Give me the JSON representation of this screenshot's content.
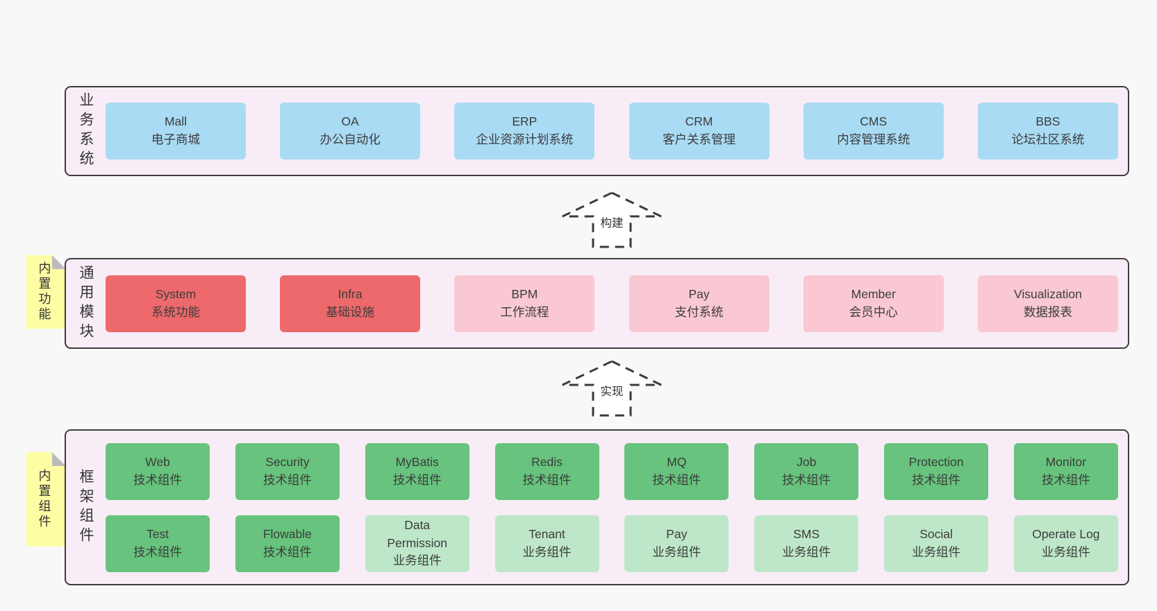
{
  "colors": {
    "page-bg": "#f8f8f8",
    "layer-bg": "#f8edf6",
    "layer-border": "#3d3d3d",
    "box-blue": "#a9dbf4",
    "box-red": "#ee696b",
    "box-pink": "#f9c8d2",
    "box-green": "#67c37d",
    "box-lightgreen": "#bee7c9",
    "note-yellow": "#fdfda4",
    "note-fold": "#bcbcbe",
    "text": "#3c3c3c",
    "arrow-dash": "#3a3a3a"
  },
  "arrows": [
    {
      "label": "构建"
    },
    {
      "label": "实现"
    }
  ],
  "layers": [
    {
      "label": "业务系统",
      "rows": [
        [
          {
            "name": "Mall",
            "subtitle": "电子商城",
            "color": "blue"
          },
          {
            "name": "OA",
            "subtitle": "办公自动化",
            "color": "blue"
          },
          {
            "name": "ERP",
            "subtitle": "企业资源计划系统",
            "color": "blue"
          },
          {
            "name": "CRM",
            "subtitle": "客户关系管理",
            "color": "blue"
          },
          {
            "name": "CMS",
            "subtitle": "内容管理系统",
            "color": "blue"
          },
          {
            "name": "BBS",
            "subtitle": "论坛社区系统",
            "color": "blue"
          }
        ]
      ]
    },
    {
      "label": "通用模块",
      "note": "内置功能",
      "rows": [
        [
          {
            "name": "System",
            "subtitle": "系统功能",
            "color": "red"
          },
          {
            "name": "Infra",
            "subtitle": "基础设施",
            "color": "red"
          },
          {
            "name": "BPM",
            "subtitle": "工作流程",
            "color": "pink"
          },
          {
            "name": "Pay",
            "subtitle": "支付系统",
            "color": "pink"
          },
          {
            "name": "Member",
            "subtitle": "会员中心",
            "color": "pink"
          },
          {
            "name": "Visualization",
            "subtitle": "数据报表",
            "color": "pink"
          }
        ]
      ]
    },
    {
      "label": "框架组件",
      "note": "内置组件",
      "rows": [
        [
          {
            "name": "Web",
            "subtitle": "技术组件",
            "color": "green"
          },
          {
            "name": "Security",
            "subtitle": "技术组件",
            "color": "green"
          },
          {
            "name": "MyBatis",
            "subtitle": "技术组件",
            "color": "green"
          },
          {
            "name": "Redis",
            "subtitle": "技术组件",
            "color": "green"
          },
          {
            "name": "MQ",
            "subtitle": "技术组件",
            "color": "green"
          },
          {
            "name": "Job",
            "subtitle": "技术组件",
            "color": "green"
          },
          {
            "name": "Protection",
            "subtitle": "技术组件",
            "color": "green"
          },
          {
            "name": "Monitor",
            "subtitle": "技术组件",
            "color": "green"
          }
        ],
        [
          {
            "name": "Test",
            "subtitle": "技术组件",
            "color": "green"
          },
          {
            "name": "Flowable",
            "subtitle": "技术组件",
            "color": "green"
          },
          {
            "name": "Data Permission",
            "subtitle": "业务组件",
            "color": "lightgreen"
          },
          {
            "name": "Tenant",
            "subtitle": "业务组件",
            "color": "lightgreen"
          },
          {
            "name": "Pay",
            "subtitle": "业务组件",
            "color": "lightgreen"
          },
          {
            "name": "SMS",
            "subtitle": "业务组件",
            "color": "lightgreen"
          },
          {
            "name": "Social",
            "subtitle": "业务组件",
            "color": "lightgreen"
          },
          {
            "name": "Operate Log",
            "subtitle": "业务组件",
            "color": "lightgreen"
          }
        ]
      ]
    }
  ]
}
